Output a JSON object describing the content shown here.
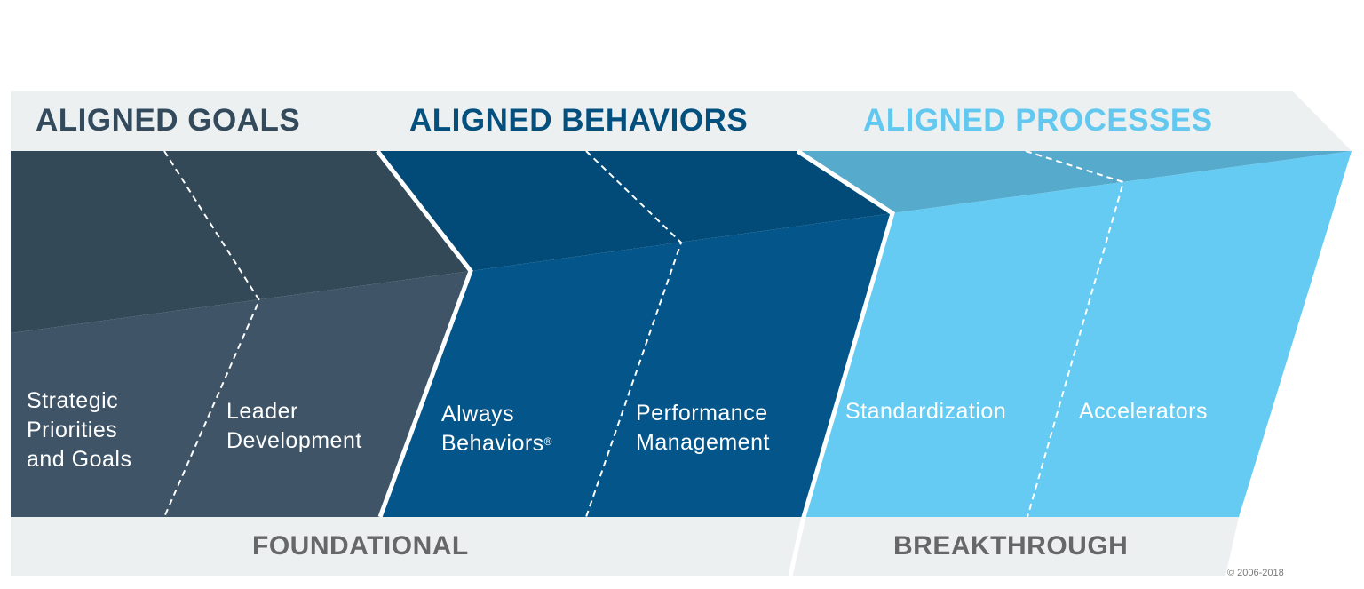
{
  "headers": {
    "goals": {
      "label": "ALIGNED GOALS",
      "color": "#324a5c"
    },
    "behaviors": {
      "label": "ALIGNED BEHAVIORS",
      "color": "#03507f"
    },
    "processes": {
      "label": "ALIGNED PROCESSES",
      "color": "#63c8f0"
    }
  },
  "segments": {
    "strategic": {
      "lines": [
        "Strategic",
        "Priorities",
        "and Goals"
      ]
    },
    "leader": {
      "lines": [
        "Leader",
        "Development"
      ]
    },
    "always": {
      "lines": [
        "Always",
        "Behaviors"
      ],
      "mark": "®"
    },
    "performance": {
      "lines": [
        "Performance",
        "Management"
      ]
    },
    "standardization": {
      "lines": [
        "Standardization"
      ]
    },
    "accelerators": {
      "lines": [
        "Accelerators"
      ]
    }
  },
  "footer": {
    "foundational": "FOUNDATIONAL",
    "breakthrough": "BREAKTHROUGH"
  },
  "copyright": "© 2006-2018",
  "colors": {
    "band_gray": "#edf0f1",
    "goals_dark": "#344957",
    "goals_light": "#3f5567",
    "behaviors_dark": "#024a78",
    "behaviors_light": "#04568a",
    "processes_dark": "#56abcd",
    "processes_light": "#65cbf2",
    "footer_text": "#666769"
  }
}
